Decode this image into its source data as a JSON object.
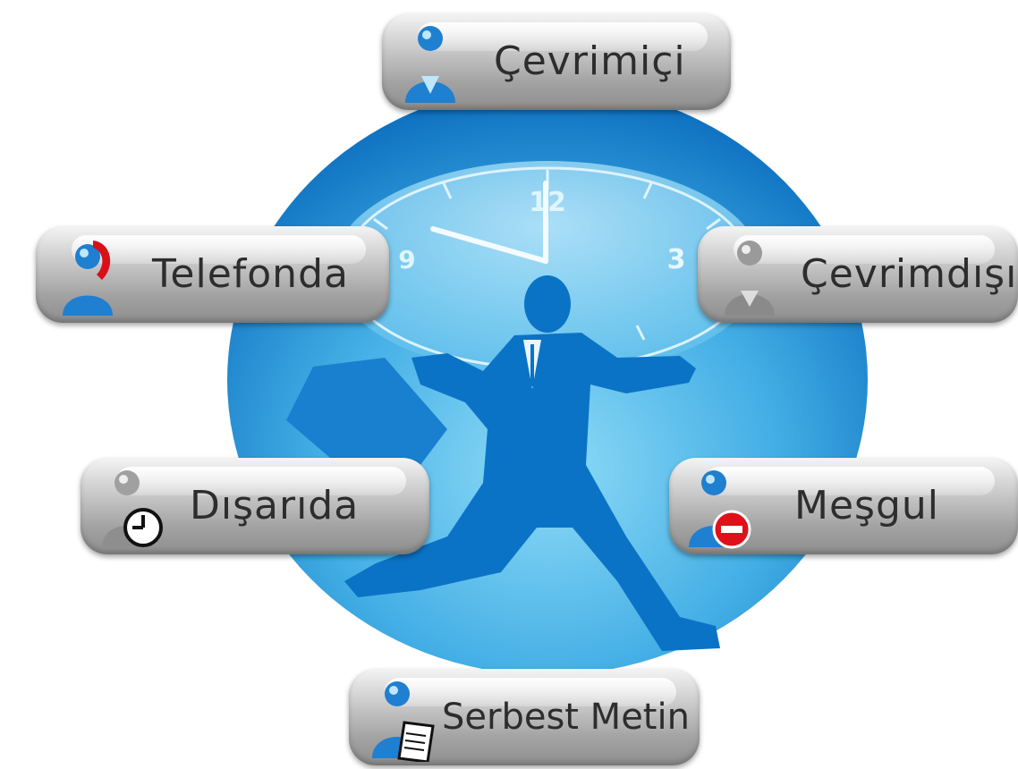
{
  "background_art": {
    "clock_numbers": [
      "12",
      "3",
      "9"
    ]
  },
  "statuses": {
    "online": {
      "label": "Çevrimiçi",
      "icon": "user-online-icon"
    },
    "phone": {
      "label": "Telefonda",
      "icon": "user-phone-icon"
    },
    "offline": {
      "label": "Çevrimdışı",
      "icon": "user-offline-icon"
    },
    "away": {
      "label": "Dışarıda",
      "icon": "user-away-clock-icon"
    },
    "busy": {
      "label": "Meşgul",
      "icon": "user-busy-icon"
    },
    "custom": {
      "label": "Serbest Metin",
      "icon": "user-note-icon"
    }
  },
  "colors": {
    "globe_dark": "#0b6fbf",
    "globe_light": "#7ed0f2",
    "runner": "#0a72c4",
    "user_blue": "#1f7fd0",
    "busy_red": "#e0101a",
    "phone_red": "#d8101a"
  }
}
